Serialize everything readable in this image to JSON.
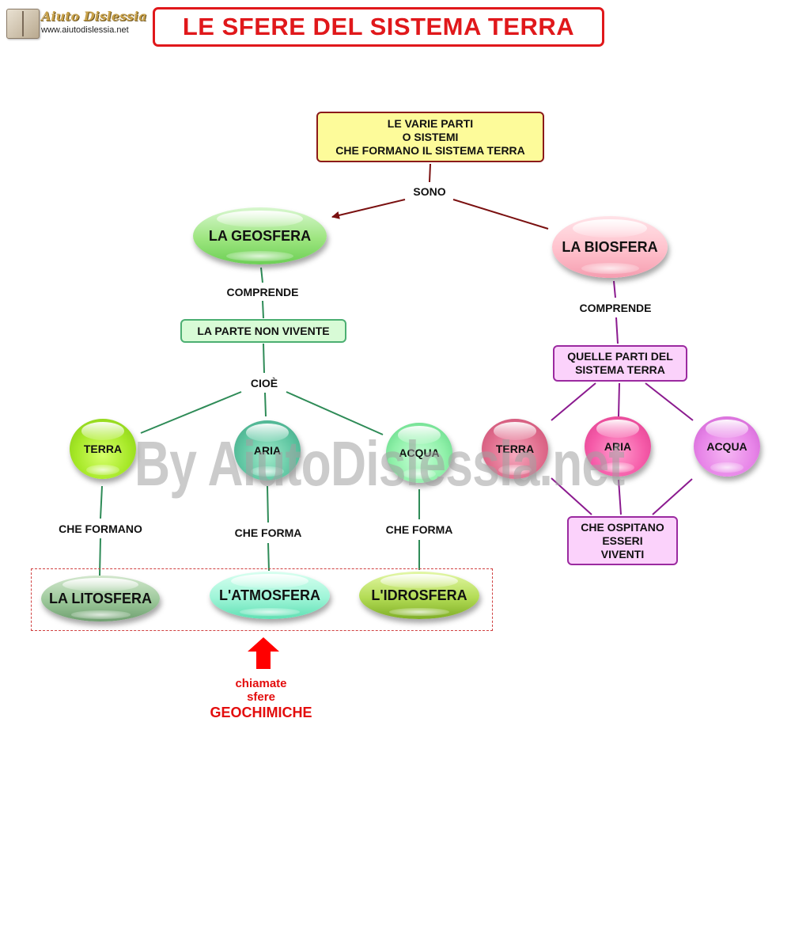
{
  "header": {
    "logo_brand": "Aiuto Dislessia",
    "logo_url": "www.aiutodislessia.net",
    "title": "LE SFERE DEL SISTEMA TERRA"
  },
  "nodes": {
    "root": "LE VARIE PARTI\nO SISTEMI\nCHE FORMANO IL SISTEMA TERRA",
    "geosfera": "LA GEOSFERA",
    "biosfera": "LA BIOSFERA",
    "non_vivente": "LA PARTE NON VIVENTE",
    "quelle_parti": "QUELLE PARTI DEL\nSISTEMA TERRA",
    "geo_terra": "TERRA",
    "geo_aria": "ARIA",
    "geo_acqua": "ACQUA",
    "bio_terra": "TERRA",
    "bio_aria": "ARIA",
    "bio_acqua": "ACQUA",
    "ospitano": "CHE OSPITANO\nESSERI\nVIVENTI",
    "litosfera": "LA LITOSFERA",
    "atmosfera": "L'ATMOSFERA",
    "idrosfera": "L'IDROSFERA"
  },
  "labels": {
    "sono": "SONO",
    "comprende_geo": "COMPRENDE",
    "comprende_bio": "COMPRENDE",
    "cioe": "CIOÈ",
    "che_formano": "CHE FORMANO",
    "che_forma_aria": "CHE FORMA",
    "che_forma_acqua": "CHE FORMA"
  },
  "note": {
    "line1": "chiamate",
    "line2": "sfere",
    "line3": "GEOCHIMICHE"
  },
  "watermark": "By AiutoDislessia.net",
  "colors": {
    "title_red": "#e0181b",
    "root_fill": "#fdfb9a",
    "root_border": "#8b1a1a",
    "geo_line": "#2e8b57",
    "bio_line": "#8b1a8f",
    "note_red": "#e30d0d"
  }
}
